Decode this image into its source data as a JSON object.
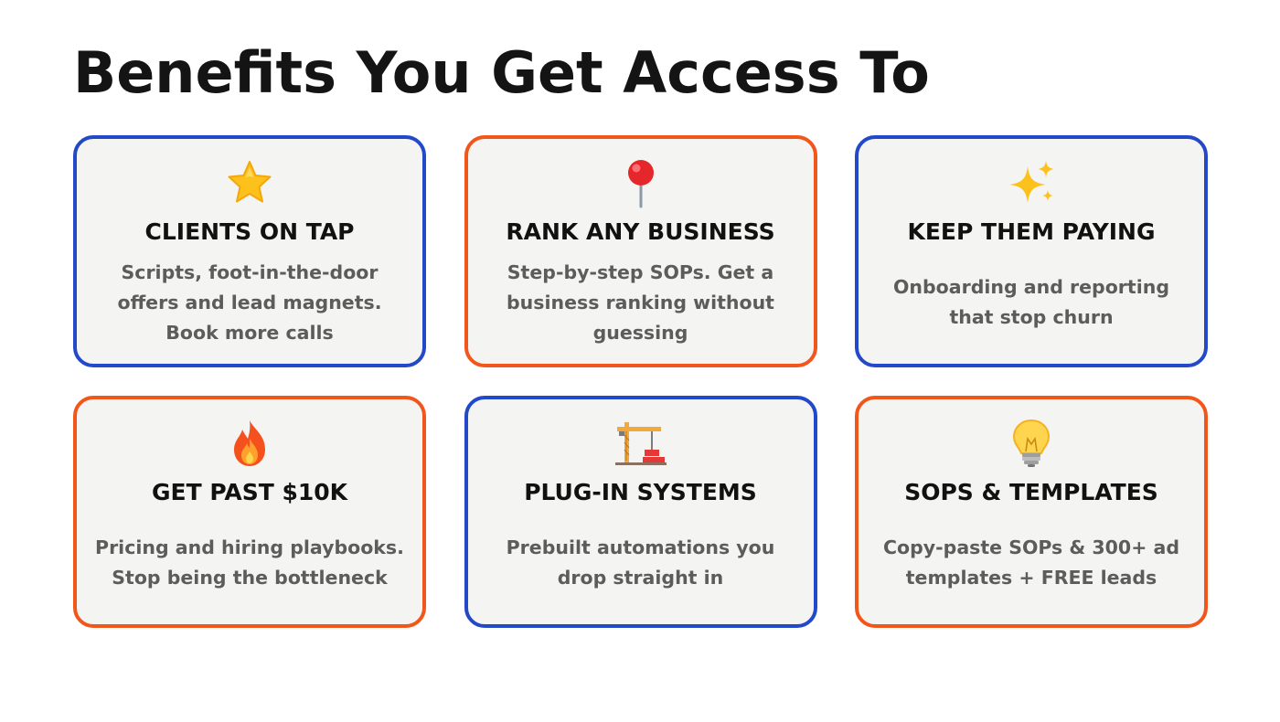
{
  "page": {
    "title": "Benefits You Get Access To"
  },
  "colors": {
    "blue_border": "#2349c9",
    "orange_border": "#f1561b",
    "card_background": "#f4f4f2",
    "title_text": "#141414",
    "description_text": "#5c5c5c"
  },
  "cards": [
    {
      "icon": "star-icon",
      "border": "blue",
      "title": "CLIENTS ON TAP",
      "description": "Scripts, foot-in-the-door offers and lead magnets. Book more calls"
    },
    {
      "icon": "pushpin-icon",
      "border": "orange",
      "title": "RANK ANY BUSINESS",
      "description": "Step-by-step SOPs. Get a business ranking without guessing"
    },
    {
      "icon": "sparkles-icon",
      "border": "blue",
      "title": "KEEP THEM PAYING",
      "description": "Onboarding and reporting that stop churn"
    },
    {
      "icon": "fire-icon",
      "border": "orange",
      "title": "GET PAST $10K",
      "description": "Pricing and hiring playbooks. Stop being the bottleneck"
    },
    {
      "icon": "crane-icon",
      "border": "blue",
      "title": "PLUG-IN SYSTEMS",
      "description": "Prebuilt automations you drop straight in"
    },
    {
      "icon": "lightbulb-icon",
      "border": "orange",
      "title": "SOPS & TEMPLATES",
      "description": "Copy-paste SOPs & 300+ ad templates + FREE leads"
    }
  ]
}
